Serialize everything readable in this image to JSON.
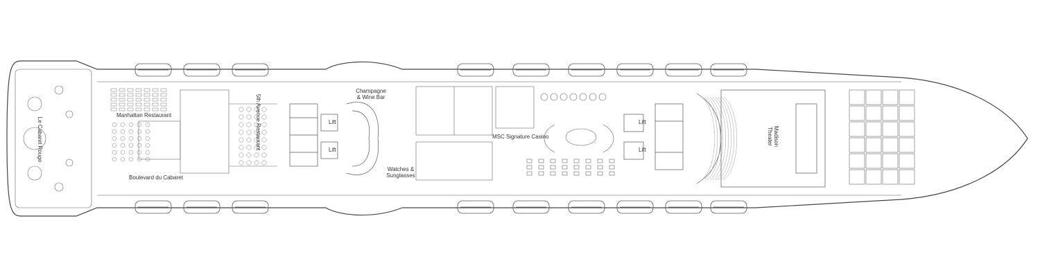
{
  "deck_plan": {
    "venues": {
      "le_cabaret_rouge": "Le Cabaret Rouge",
      "manhattan_restaurant": "Manhattan Restaurant",
      "fifth_avenue_restaurant": "5th Avenue Restaurant",
      "boulevard_du_cabaret": "Boulevard du Cabaret",
      "champagne_wine_bar_line1": "Champagne",
      "champagne_wine_bar_line2": "& Wine Bar",
      "watches_sunglasses_line1": "Watches &",
      "watches_sunglasses_line2": "Sunglasses",
      "msc_signature_casino": "MSC Signature Casino",
      "madison_theater_line1": "Madison",
      "madison_theater_line2": "Theater"
    },
    "lifts": {
      "lift_label": "Lift"
    },
    "colors": {
      "line": "#555555",
      "hull": "#444444",
      "background": "#ffffff"
    }
  }
}
